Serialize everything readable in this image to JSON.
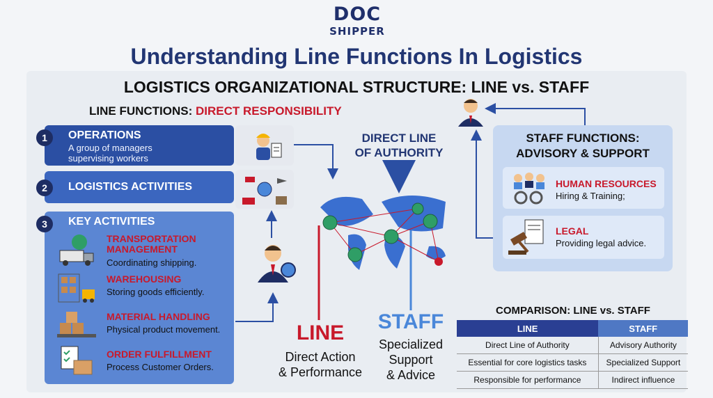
{
  "logo": {
    "line1": "DOC",
    "line2": "SHIPPER"
  },
  "title": "Understanding Line Functions In Logistics",
  "subtitle": "LOGISTICS ORGANIZATIONAL STRUCTURE: LINE vs. STAFF",
  "line_heading": {
    "prefix": "LINE FUNCTIONS: ",
    "emphasis": "DIRECT RESPONSIBILITY"
  },
  "line_functions": [
    {
      "number": "1",
      "title": "OPERATIONS",
      "description": "A group of managers supervising workers"
    },
    {
      "number": "2",
      "title": "LOGISTICS ACTIVITIES"
    },
    {
      "number": "3",
      "title": "KEY ACTIVITIES"
    }
  ],
  "key_activities": [
    {
      "title": "TRANSPORTATION MANAGEMENT",
      "description": "Coordinating shipping."
    },
    {
      "title": "WAREHOUSING",
      "description": "Storing goods efficiently."
    },
    {
      "title": "MATERIAL HANDLING",
      "description": "Physical product movement."
    },
    {
      "title": "ORDER FULFILLMENT",
      "description": "Process Customer Orders."
    }
  ],
  "authority_label": {
    "line1": "DIRECT LINE",
    "line2": "OF AUTHORITY"
  },
  "staff": {
    "heading1": "STAFF FUNCTIONS:",
    "heading2": "ADVISORY & SUPPORT",
    "items": [
      {
        "title": "HUMAN RESOURCES",
        "description": "Hiring & Training;"
      },
      {
        "title": "LEGAL",
        "description": "Providing legal advice."
      }
    ]
  },
  "line_label": {
    "title": "LINE",
    "sub1": "Direct Action",
    "sub2": "& Performance"
  },
  "staff_label": {
    "title": "STAFF",
    "sub1": "Specialized",
    "sub2": "Support",
    "sub3": "& Advice"
  },
  "comparison": {
    "title": "COMPARISON: LINE vs. STAFF",
    "headers": [
      "LINE",
      "STAFF"
    ],
    "rows": [
      [
        "Direct Line of Authority",
        "Advisory Authority"
      ],
      [
        "Essential for core logistics tasks",
        "Specialized Support"
      ],
      [
        "Responsible for performance",
        "Indirect influence"
      ]
    ]
  },
  "colors": {
    "navy": "#223673",
    "red": "#c8192b",
    "blue": "#2b4fa3",
    "staff_blue": "#4a87d9"
  }
}
